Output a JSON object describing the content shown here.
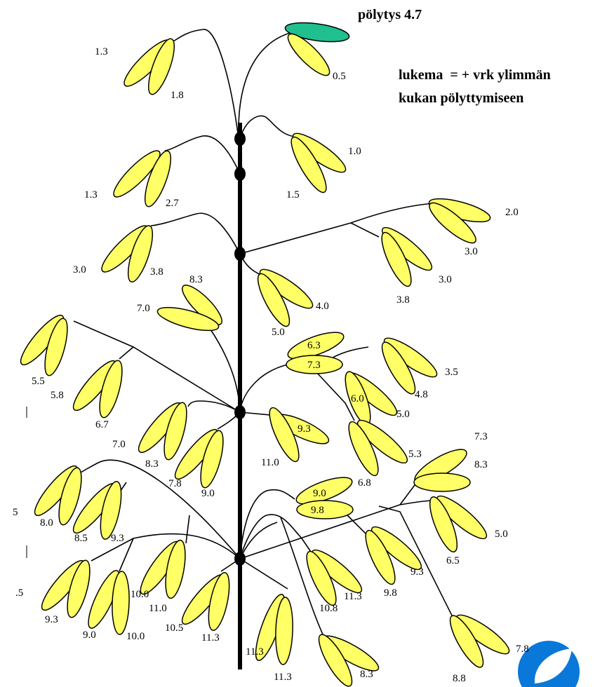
{
  "header": {
    "title": "pölytys 4.7",
    "note_line1": "lukema  = + vrk ylimmän",
    "note_line2": "kukan pölyttymiseen"
  },
  "colors": {
    "petal": "#ffff66",
    "top_bud": "#1fbf8f",
    "stroke": "#000000",
    "logo": "#0a78d8"
  },
  "icons": {
    "logo": "leaf-logo-icon"
  },
  "labels": [
    "1.3",
    "1.8",
    "0.5",
    "1.0",
    "1.5",
    "1.3",
    "2.7",
    "2.0",
    "3.0",
    "3.0",
    "3.0",
    "3.8",
    "3.8",
    "8.3",
    "7.0",
    "4.0",
    "5.0",
    "6.3",
    "7.3",
    "3.5",
    "5.5",
    "5.8",
    "6.7",
    "6.0",
    "4.8",
    "5.0",
    "7.0",
    "8.3",
    "9.3",
    "11.0",
    "7.8",
    "9.0",
    "5.3",
    "6.8",
    "7.3",
    "8.3",
    "5",
    "8.0",
    "8.5",
    "9.3",
    "9.0",
    "9.8",
    "5.0",
    "6.5",
    "9.3",
    "9.8",
    "11.3",
    "10.8",
    "10.0",
    "11.0",
    "10.5",
    "11.3",
    ".5",
    "9.3",
    "9.0",
    "10.0",
    "11.3",
    "11.3",
    "8.3",
    "7.8",
    "8.8"
  ]
}
